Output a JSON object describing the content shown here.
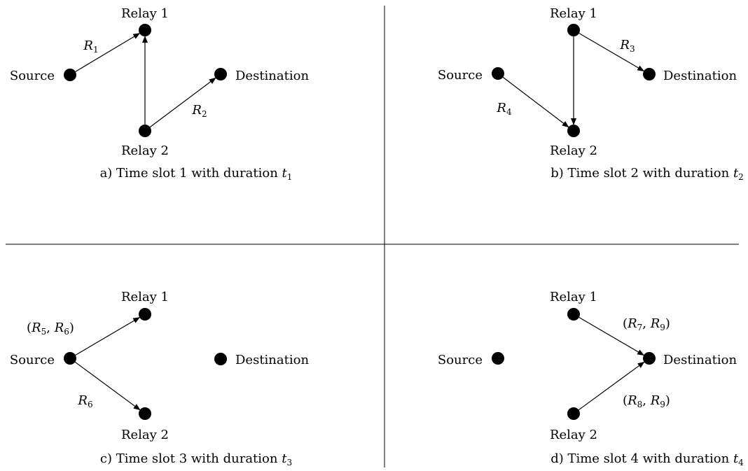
{
  "panels": [
    {
      "id": "a",
      "caption": {
        "prefix": "a) Time slot 1 with duration ",
        "var": "t",
        "sub": "1"
      },
      "nodes": {
        "source": "Source",
        "relay1": "Relay 1",
        "relay2": "Relay 2",
        "destination": "Destination"
      },
      "edges": [
        {
          "from": "source",
          "to": "relay1",
          "label": [
            {
              "v": "R",
              "s": "1"
            }
          ]
        },
        {
          "from": "relay2",
          "to": "relay1",
          "label": []
        },
        {
          "from": "relay2",
          "to": "destination",
          "label": [
            {
              "v": "R",
              "s": "2"
            }
          ]
        }
      ]
    },
    {
      "id": "b",
      "caption": {
        "prefix": "b) Time slot 2 with duration ",
        "var": "t",
        "sub": "2"
      },
      "nodes": {
        "source": "Source",
        "relay1": "Relay 1",
        "relay2": "Relay 2",
        "destination": "Destination"
      },
      "edges": [
        {
          "from": "relay1",
          "to": "destination",
          "label": [
            {
              "v": "R",
              "s": "3"
            }
          ]
        },
        {
          "from": "relay1",
          "to": "relay2",
          "label": []
        },
        {
          "from": "source",
          "to": "relay2",
          "label": [
            {
              "v": "R",
              "s": "4"
            }
          ]
        }
      ]
    },
    {
      "id": "c",
      "caption": {
        "prefix": "c) Time slot 3 with duration ",
        "var": "t",
        "sub": "3"
      },
      "nodes": {
        "source": "Source",
        "relay1": "Relay 1",
        "relay2": "Relay 2",
        "destination": "Destination"
      },
      "edges": [
        {
          "from": "source",
          "to": "relay1",
          "label": [
            {
              "v": "R",
              "s": "5"
            },
            {
              "v": "R",
              "s": "6"
            }
          ]
        },
        {
          "from": "source",
          "to": "relay2",
          "label": [
            {
              "v": "R",
              "s": "6"
            }
          ]
        }
      ]
    },
    {
      "id": "d",
      "caption": {
        "prefix": "d) Time slot 4 with duration ",
        "var": "t",
        "sub": "4"
      },
      "nodes": {
        "source": "Source",
        "relay1": "Relay 1",
        "relay2": "Relay 2",
        "destination": "Destination"
      },
      "edges": [
        {
          "from": "relay1",
          "to": "destination",
          "label": [
            {
              "v": "R",
              "s": "7"
            },
            {
              "v": "R",
              "s": "9"
            }
          ]
        },
        {
          "from": "relay2",
          "to": "destination",
          "label": [
            {
              "v": "R",
              "s": "8"
            },
            {
              "v": "R",
              "s": "9"
            }
          ]
        }
      ]
    }
  ]
}
